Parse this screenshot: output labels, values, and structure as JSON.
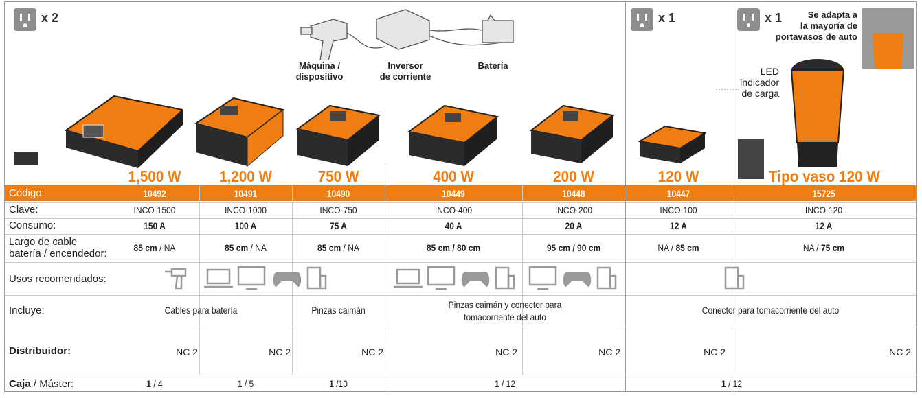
{
  "header": {
    "outlets_a": "x 2",
    "outlets_b": "x 1",
    "outlets_c": "x 1",
    "diagram_labels": {
      "machine": "Máquina /\ndispositivo",
      "inverter": "Inversor\nde corriente",
      "battery": "Batería"
    },
    "cup_note": "Se adapta a\nla mayoría de\nportavasos de auto",
    "led_note": "LED\nindicador\nde carga"
  },
  "products": [
    {
      "watts": "1,500 W",
      "code": "10492",
      "clave": "INCO-1500",
      "consumo": "150 A",
      "cable_bold": "85 cm",
      "cable_rest": " / NA",
      "box": "1",
      "master": " / 4"
    },
    {
      "watts": "1,200 W",
      "code": "10491",
      "clave": "INCO-1000",
      "consumo": "100 A",
      "cable_bold": "85 cm",
      "cable_rest": " / NA",
      "box": "1",
      "master": " / 5"
    },
    {
      "watts": "750 W",
      "code": "10490",
      "clave": "INCO-750",
      "consumo": "75 A",
      "cable_bold": "85 cm",
      "cable_rest": " / NA",
      "box": "1",
      "master": " /10"
    },
    {
      "watts": "400 W",
      "code": "10449",
      "clave": "INCO-400",
      "consumo": "40 A",
      "cable": "85 cm / 80 cm"
    },
    {
      "watts": "200 W",
      "code": "10448",
      "clave": "INCO-200",
      "consumo": "20 A",
      "cable": "95 cm / 90 cm"
    },
    {
      "watts": "120 W",
      "code": "10447",
      "clave": "INCO-100",
      "consumo": "12 A",
      "cable_pre": "NA / ",
      "cable_bold": "85 cm"
    },
    {
      "watts": "Tipo vaso 120 W",
      "code": "15725",
      "clave": "INCO-120",
      "consumo": "12 A",
      "cable_pre": "NA / ",
      "cable_bold": "75 cm"
    }
  ],
  "rows": {
    "codigo": "Código:",
    "clave": "Clave:",
    "consumo": "Consumo:",
    "largo_1": "Largo de cable",
    "largo_2": "batería / encendedor:",
    "usos": "Usos recomendados:",
    "incluye": "Incluye:",
    "distribuidor": "Distribuidor:",
    "caja_bold": "Caja",
    "caja_rest": " / Máster:"
  },
  "incluye": {
    "a": "Cables para batería",
    "b": "Pinzas caimán",
    "c1": "Pinzas caimán y conector para",
    "c2": "tomacorriente del auto",
    "d": "Conector para tomacorriente del auto"
  },
  "nc": "NC 2",
  "caja_group2": {
    "box": "1",
    "master": " / 12"
  },
  "caja_group3": {
    "box": "1",
    "master": " / 12"
  },
  "icons": [
    "drill-icon",
    "laptop-icon",
    "monitor-icon",
    "gamepad-icon",
    "tablet-icon"
  ],
  "colors": {
    "accent": "#ef7d12",
    "icon_gray": "#9a9a9a",
    "outlet_gray": "#8e8e8e"
  }
}
